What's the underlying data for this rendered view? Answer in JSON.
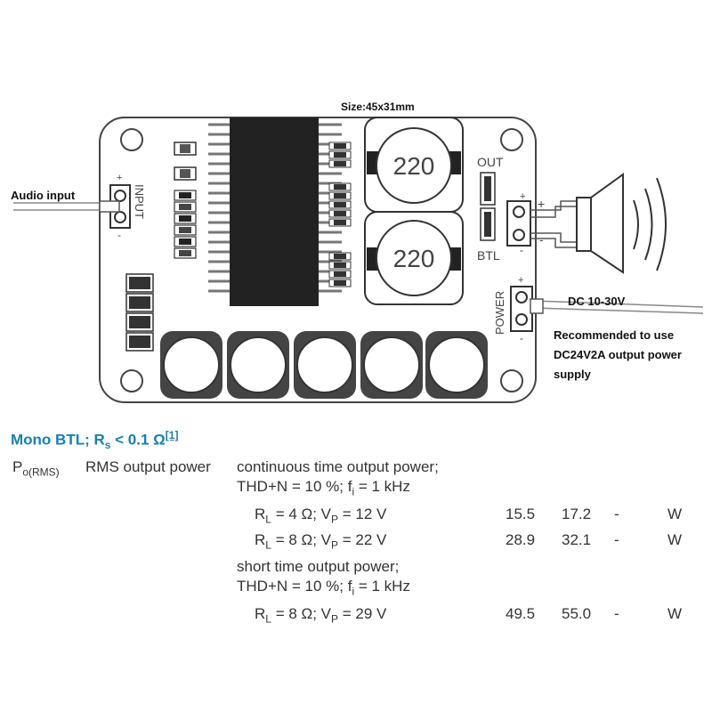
{
  "labels": {
    "size": "Size:45x31mm",
    "audio_input": "Audio input",
    "dc": "DC 10-30V",
    "recommend_1": "Recommended to use",
    "recommend_2": "DC24V2A output power",
    "recommend_3": "supply"
  },
  "board": {
    "inductor_1": "220",
    "inductor_2": "220",
    "input": "INPUT",
    "out": "OUT",
    "btl": "BTL",
    "power": "POWER",
    "plus": "+",
    "minus": "-"
  },
  "spec": {
    "heading_pre": "Mono BTL; R",
    "heading_sub": "s",
    "heading_post": " < 0.1 Ω",
    "heading_ref": "[1]",
    "symbol_main": "P",
    "symbol_sub": "o(RMS)",
    "parameter": "RMS output power",
    "group1_title": "continuous time output power;",
    "group1_cond_pre": "THD+N = 10 %; f",
    "group1_cond_sub": "i",
    "group1_cond_post": " = 1 kHz",
    "group2_title": "short time output power;",
    "group2_cond_pre": "THD+N = 10 %; f",
    "group2_cond_sub": "i",
    "group2_cond_post": " = 1 kHz",
    "rows": [
      {
        "rl": "4 Ω",
        "vp": "12 V",
        "min": "15.5",
        "typ": "17.2",
        "max": "-",
        "unit": "W"
      },
      {
        "rl": "8 Ω",
        "vp": "22 V",
        "min": "28.9",
        "typ": "32.1",
        "max": "-",
        "unit": "W"
      },
      {
        "rl": "8 Ω",
        "vp": "29 V",
        "min": "49.5",
        "typ": "55.0",
        "max": "-",
        "unit": "W"
      }
    ]
  }
}
